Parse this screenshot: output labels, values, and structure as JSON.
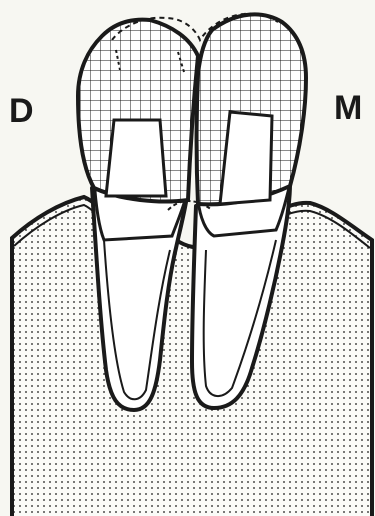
{
  "labels": {
    "left": "D",
    "right": "M"
  },
  "colors": {
    "ink": "#1a1a1a",
    "paper": "#f7f7f2",
    "bone_fill": "#fbfbf8",
    "crown_fill": "#ffffff"
  },
  "elements": {
    "crowns": "grid-hatched",
    "bone": "dot-stippled",
    "teeth_count": 2
  }
}
